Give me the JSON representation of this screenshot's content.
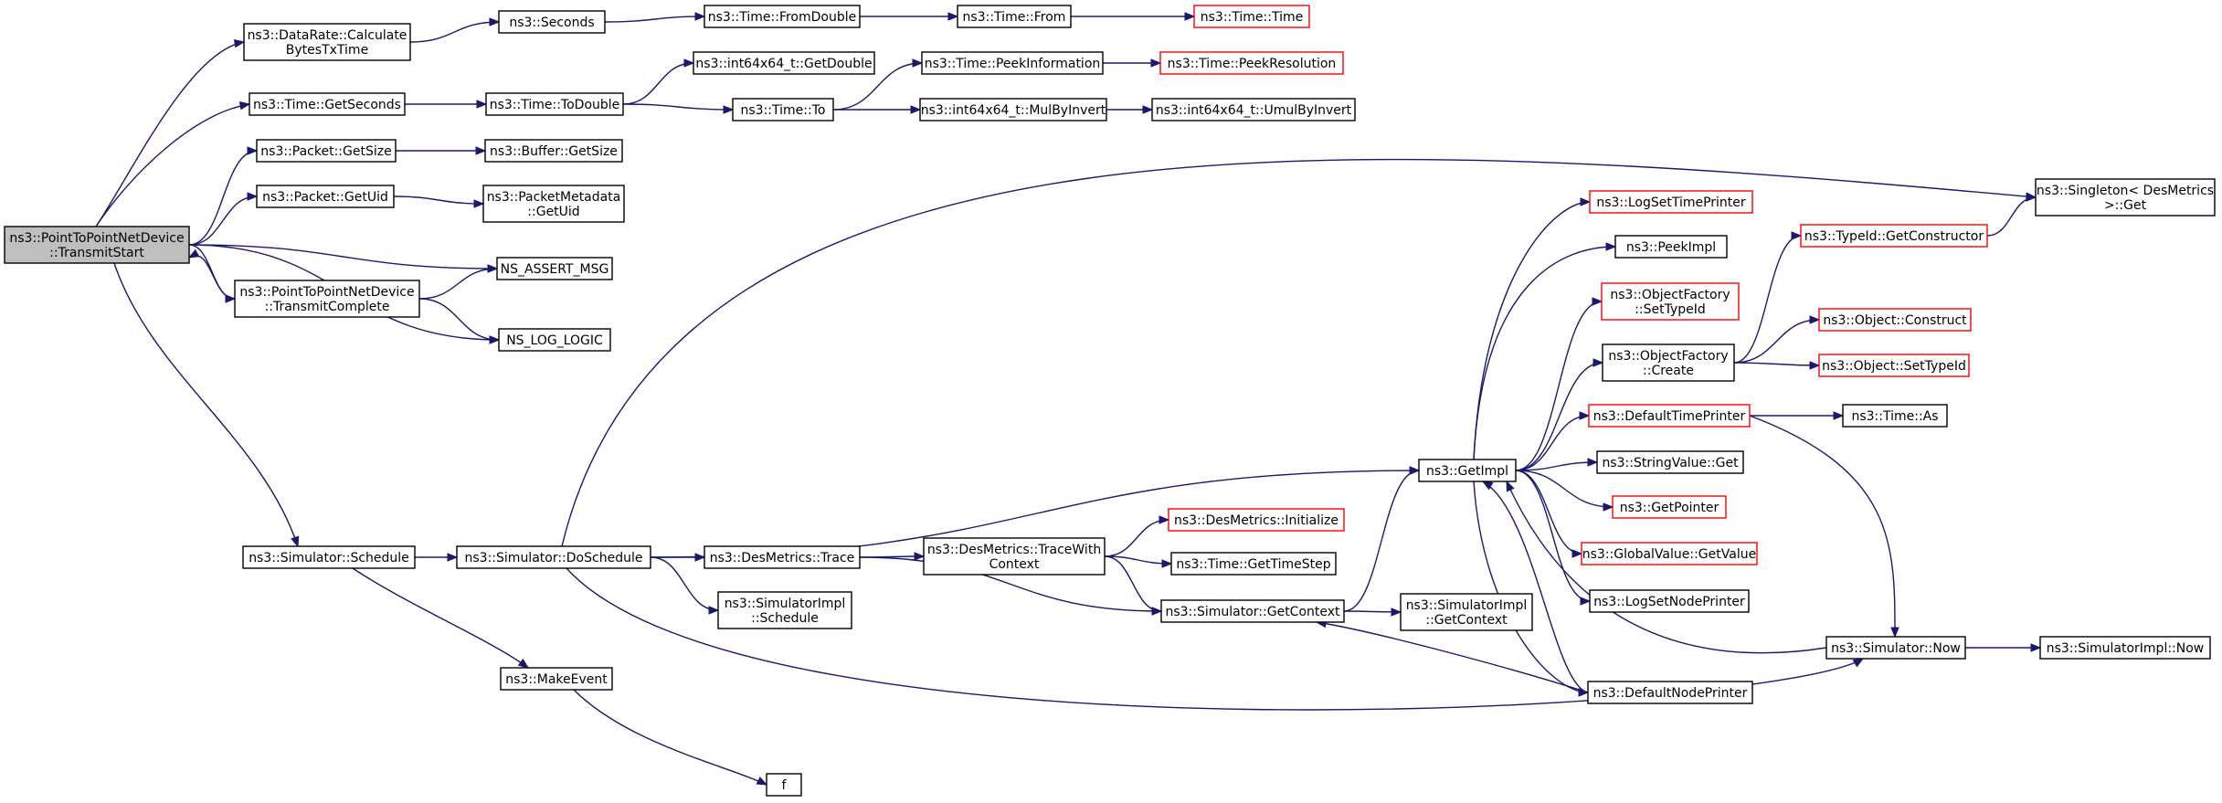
{
  "diagram": {
    "root": "n_root",
    "nodes": [
      {
        "id": "n_root",
        "lines": [
          "ns3::PointToPointNetDevice",
          "::TransmitStart"
        ],
        "style": "root"
      },
      {
        "id": "n_calcbytes",
        "lines": [
          "ns3::DataRate::Calculate",
          "BytesTxTime"
        ],
        "style": "normal"
      },
      {
        "id": "n_seconds",
        "lines": [
          "ns3::Seconds"
        ],
        "style": "normal"
      },
      {
        "id": "n_fromdouble",
        "lines": [
          "ns3::Time::FromDouble"
        ],
        "style": "normal"
      },
      {
        "id": "n_from",
        "lines": [
          "ns3::Time::From"
        ],
        "style": "normal"
      },
      {
        "id": "n_timetime",
        "lines": [
          "ns3::Time::Time"
        ],
        "style": "red"
      },
      {
        "id": "n_getseconds",
        "lines": [
          "ns3::Time::GetSeconds"
        ],
        "style": "normal"
      },
      {
        "id": "n_todouble",
        "lines": [
          "ns3::Time::ToDouble"
        ],
        "style": "normal"
      },
      {
        "id": "n_getdouble",
        "lines": [
          "ns3::int64x64_t::GetDouble"
        ],
        "style": "normal"
      },
      {
        "id": "n_peekinfo",
        "lines": [
          "ns3::Time::PeekInformation"
        ],
        "style": "normal"
      },
      {
        "id": "n_peekres",
        "lines": [
          "ns3::Time::PeekResolution"
        ],
        "style": "red"
      },
      {
        "id": "n_timeto",
        "lines": [
          "ns3::Time::To"
        ],
        "style": "normal"
      },
      {
        "id": "n_mulbyinv",
        "lines": [
          "ns3::int64x64_t::MulByInvert"
        ],
        "style": "normal"
      },
      {
        "id": "n_umulbyinv",
        "lines": [
          "ns3::int64x64_t::UmulByInvert"
        ],
        "style": "normal"
      },
      {
        "id": "n_pktgetsize",
        "lines": [
          "ns3::Packet::GetSize"
        ],
        "style": "normal"
      },
      {
        "id": "n_bufgetsize",
        "lines": [
          "ns3::Buffer::GetSize"
        ],
        "style": "normal"
      },
      {
        "id": "n_pktgetuid",
        "lines": [
          "ns3::Packet::GetUid"
        ],
        "style": "normal"
      },
      {
        "id": "n_pmgetuid",
        "lines": [
          "ns3::PacketMetadata",
          "::GetUid"
        ],
        "style": "normal"
      },
      {
        "id": "n_assert",
        "lines": [
          "NS_ASSERT_MSG"
        ],
        "style": "normal"
      },
      {
        "id": "n_txcomplete",
        "lines": [
          "ns3::PointToPointNetDevice",
          "::TransmitComplete"
        ],
        "style": "normal"
      },
      {
        "id": "n_loglogic",
        "lines": [
          "NS_LOG_LOGIC"
        ],
        "style": "normal"
      },
      {
        "id": "n_schedule",
        "lines": [
          "ns3::Simulator::Schedule"
        ],
        "style": "normal"
      },
      {
        "id": "n_doschedule",
        "lines": [
          "ns3::Simulator::DoSchedule"
        ],
        "style": "normal"
      },
      {
        "id": "n_trace",
        "lines": [
          "ns3::DesMetrics::Trace"
        ],
        "style": "normal"
      },
      {
        "id": "n_tracewith",
        "lines": [
          "ns3::DesMetrics::TraceWith",
          "Context"
        ],
        "style": "normal"
      },
      {
        "id": "n_initialize",
        "lines": [
          "ns3::DesMetrics::Initialize"
        ],
        "style": "red"
      },
      {
        "id": "n_gettimestep",
        "lines": [
          "ns3::Time::GetTimeStep"
        ],
        "style": "normal"
      },
      {
        "id": "n_getcontext",
        "lines": [
          "ns3::Simulator::GetContext"
        ],
        "style": "normal"
      },
      {
        "id": "n_simimplsched",
        "lines": [
          "ns3::SimulatorImpl",
          "::Schedule"
        ],
        "style": "normal"
      },
      {
        "id": "n_simimplctx",
        "lines": [
          "ns3::SimulatorImpl",
          "::GetContext"
        ],
        "style": "normal"
      },
      {
        "id": "n_makeevent",
        "lines": [
          "ns3::MakeEvent"
        ],
        "style": "normal"
      },
      {
        "id": "n_f",
        "lines": [
          "f"
        ],
        "style": "normal"
      },
      {
        "id": "n_getimpl",
        "lines": [
          "ns3::GetImpl"
        ],
        "style": "normal"
      },
      {
        "id": "n_logsettime",
        "lines": [
          "ns3::LogSetTimePrinter"
        ],
        "style": "red"
      },
      {
        "id": "n_peekimpl",
        "lines": [
          "ns3::PeekImpl"
        ],
        "style": "normal"
      },
      {
        "id": "n_ofsettypeid",
        "lines": [
          "ns3::ObjectFactory",
          "::SetTypeId"
        ],
        "style": "red"
      },
      {
        "id": "n_ofcreate",
        "lines": [
          "ns3::ObjectFactory",
          "::Create"
        ],
        "style": "normal"
      },
      {
        "id": "n_deftimeprinter",
        "lines": [
          "ns3::DefaultTimePrinter"
        ],
        "style": "red"
      },
      {
        "id": "n_strvalget",
        "lines": [
          "ns3::StringValue::Get"
        ],
        "style": "normal"
      },
      {
        "id": "n_getpointer",
        "lines": [
          "ns3::GetPointer"
        ],
        "style": "red"
      },
      {
        "id": "n_globalval",
        "lines": [
          "ns3::GlobalValue::GetValue"
        ],
        "style": "red"
      },
      {
        "id": "n_logsetnode",
        "lines": [
          "ns3::LogSetNodePrinter"
        ],
        "style": "normal"
      },
      {
        "id": "n_defnodeprinter",
        "lines": [
          "ns3::DefaultNodePrinter"
        ],
        "style": "normal"
      },
      {
        "id": "n_typeidgetctor",
        "lines": [
          "ns3::TypeId::GetConstructor"
        ],
        "style": "red"
      },
      {
        "id": "n_objconstruct",
        "lines": [
          "ns3::Object::Construct"
        ],
        "style": "red"
      },
      {
        "id": "n_objsettypeid",
        "lines": [
          "ns3::Object::SetTypeId"
        ],
        "style": "red"
      },
      {
        "id": "n_timeas",
        "lines": [
          "ns3::Time::As"
        ],
        "style": "normal"
      },
      {
        "id": "n_simnow",
        "lines": [
          "ns3::Simulator::Now"
        ],
        "style": "normal"
      },
      {
        "id": "n_simimplnow",
        "lines": [
          "ns3::SimulatorImpl::Now"
        ],
        "style": "normal"
      },
      {
        "id": "n_singleton",
        "lines": [
          "ns3::Singleton< DesMetrics",
          " >::Get"
        ],
        "style": "normal"
      }
    ],
    "edges": [
      [
        "n_root",
        "n_calcbytes"
      ],
      [
        "n_root",
        "n_getseconds"
      ],
      [
        "n_root",
        "n_pktgetsize"
      ],
      [
        "n_root",
        "n_pktgetuid"
      ],
      [
        "n_root",
        "n_assert"
      ],
      [
        "n_root",
        "n_txcomplete"
      ],
      [
        "n_root",
        "n_loglogic"
      ],
      [
        "n_root",
        "n_schedule"
      ],
      [
        "n_calcbytes",
        "n_seconds"
      ],
      [
        "n_seconds",
        "n_fromdouble"
      ],
      [
        "n_fromdouble",
        "n_from"
      ],
      [
        "n_from",
        "n_timetime"
      ],
      [
        "n_getseconds",
        "n_todouble"
      ],
      [
        "n_todouble",
        "n_getdouble"
      ],
      [
        "n_todouble",
        "n_timeto"
      ],
      [
        "n_timeto",
        "n_peekinfo"
      ],
      [
        "n_timeto",
        "n_mulbyinv"
      ],
      [
        "n_peekinfo",
        "n_peekres"
      ],
      [
        "n_mulbyinv",
        "n_umulbyinv"
      ],
      [
        "n_pktgetsize",
        "n_bufgetsize"
      ],
      [
        "n_pktgetuid",
        "n_pmgetuid"
      ],
      [
        "n_txcomplete",
        "n_root"
      ],
      [
        "n_txcomplete",
        "n_assert"
      ],
      [
        "n_txcomplete",
        "n_loglogic"
      ],
      [
        "n_schedule",
        "n_doschedule"
      ],
      [
        "n_schedule",
        "n_makeevent"
      ],
      [
        "n_makeevent",
        "n_f"
      ],
      [
        "n_doschedule",
        "n_singleton"
      ],
      [
        "n_doschedule",
        "n_getimpl"
      ],
      [
        "n_doschedule",
        "n_trace"
      ],
      [
        "n_doschedule",
        "n_simimplsched"
      ],
      [
        "n_doschedule",
        "n_simnow"
      ],
      [
        "n_trace",
        "n_tracewith"
      ],
      [
        "n_trace",
        "n_getcontext"
      ],
      [
        "n_tracewith",
        "n_initialize"
      ],
      [
        "n_tracewith",
        "n_gettimestep"
      ],
      [
        "n_tracewith",
        "n_getcontext"
      ],
      [
        "n_getcontext",
        "n_getimpl"
      ],
      [
        "n_getcontext",
        "n_simimplctx"
      ],
      [
        "n_getimpl",
        "n_logsettime"
      ],
      [
        "n_getimpl",
        "n_peekimpl"
      ],
      [
        "n_getimpl",
        "n_ofsettypeid"
      ],
      [
        "n_getimpl",
        "n_ofcreate"
      ],
      [
        "n_getimpl",
        "n_deftimeprinter"
      ],
      [
        "n_getimpl",
        "n_strvalget"
      ],
      [
        "n_getimpl",
        "n_getpointer"
      ],
      [
        "n_getimpl",
        "n_globalval"
      ],
      [
        "n_getimpl",
        "n_logsetnode"
      ],
      [
        "n_getimpl",
        "n_defnodeprinter"
      ],
      [
        "n_ofcreate",
        "n_typeidgetctor"
      ],
      [
        "n_ofcreate",
        "n_objconstruct"
      ],
      [
        "n_ofcreate",
        "n_objsettypeid"
      ],
      [
        "n_typeidgetctor",
        "n_singleton"
      ],
      [
        "n_deftimeprinter",
        "n_timeas"
      ],
      [
        "n_deftimeprinter",
        "n_simnow"
      ],
      [
        "n_simnow",
        "n_getimpl"
      ],
      [
        "n_simnow",
        "n_simimplnow"
      ],
      [
        "n_defnodeprinter",
        "n_getimpl"
      ],
      [
        "n_defnodeprinter",
        "n_getcontext"
      ]
    ]
  }
}
